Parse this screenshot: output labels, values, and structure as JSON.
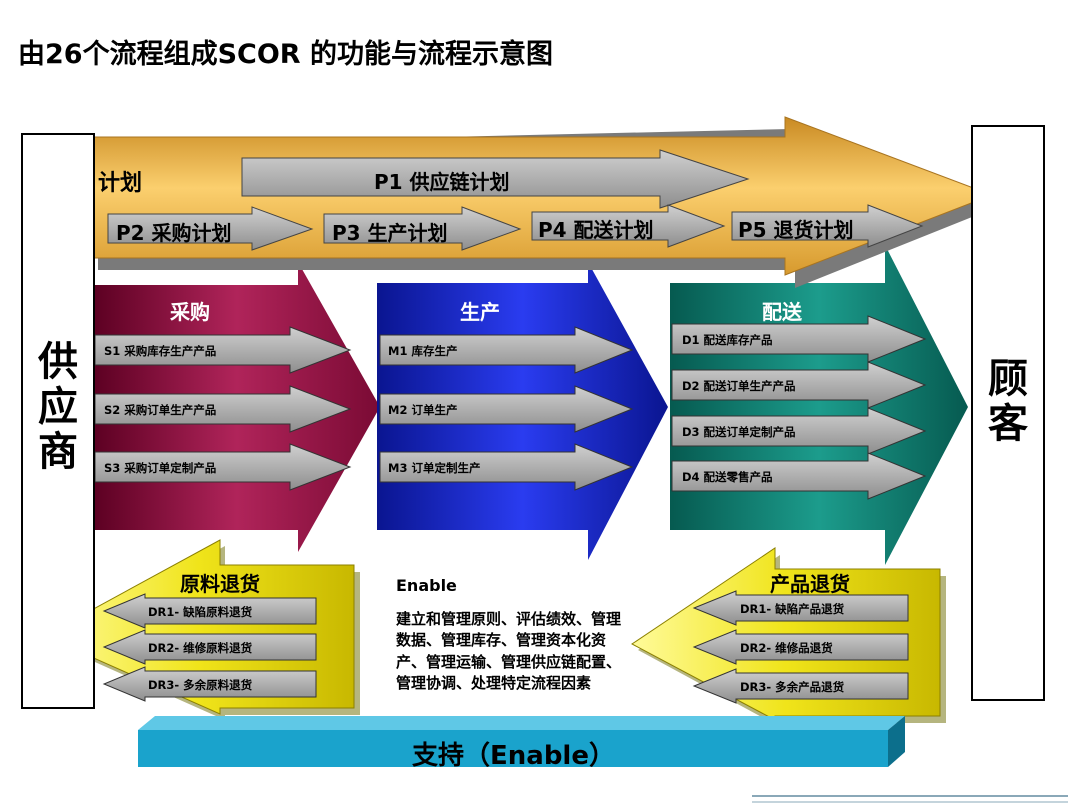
{
  "title": "由26个流程组成SCOR 的功能与流程示意图",
  "supplier_label": "供应商",
  "customer_label": "顾客",
  "plan": {
    "label": "计划",
    "p1": "P1  供应链计划",
    "p2": "P2  采购计划",
    "p3": "P3  生产计划",
    "p4": "P4  配送计划",
    "p5": "P5  退货计划"
  },
  "source": {
    "header": "采购",
    "items": [
      "S1 采购库存生产产品",
      "S2  采购订单生产产品",
      "S3 采购订单定制产品"
    ]
  },
  "make": {
    "header": "生产",
    "items": [
      "M1 库存生产",
      "M2  订单生产",
      "M3  订单定制生产"
    ]
  },
  "deliver": {
    "header": "配送",
    "items": [
      "D1 配送库存产品",
      "D2 配送订单生产产品",
      "D3 配送订单定制产品",
      "D4 配送零售产品"
    ]
  },
  "return_material": {
    "header": "原料退货",
    "items": [
      "DR1- 缺陷原料退货",
      "DR2- 维修原料退货",
      "DR3- 多余原料退货"
    ]
  },
  "return_product": {
    "header": "产品退货",
    "items": [
      "DR1- 缺陷产品退货",
      "DR2- 维修品退货",
      "DR3- 多余产品退货"
    ]
  },
  "enable": {
    "title": "Enable",
    "body": "建立和管理原则、评估绩效、管理数据、管理库存、管理资本化资产、管理运输、管理供应链配置、管理协调、处理特定流程因素"
  },
  "support_label": "支持（Enable）",
  "colors": {
    "plan": "#f0b63c",
    "source": "#9c1848",
    "make": "#1e2fd0",
    "deliver": "#14877a",
    "return": "#f0e61e",
    "support": "#1aa3cc",
    "gray_arrow": "#a6a6a6"
  }
}
